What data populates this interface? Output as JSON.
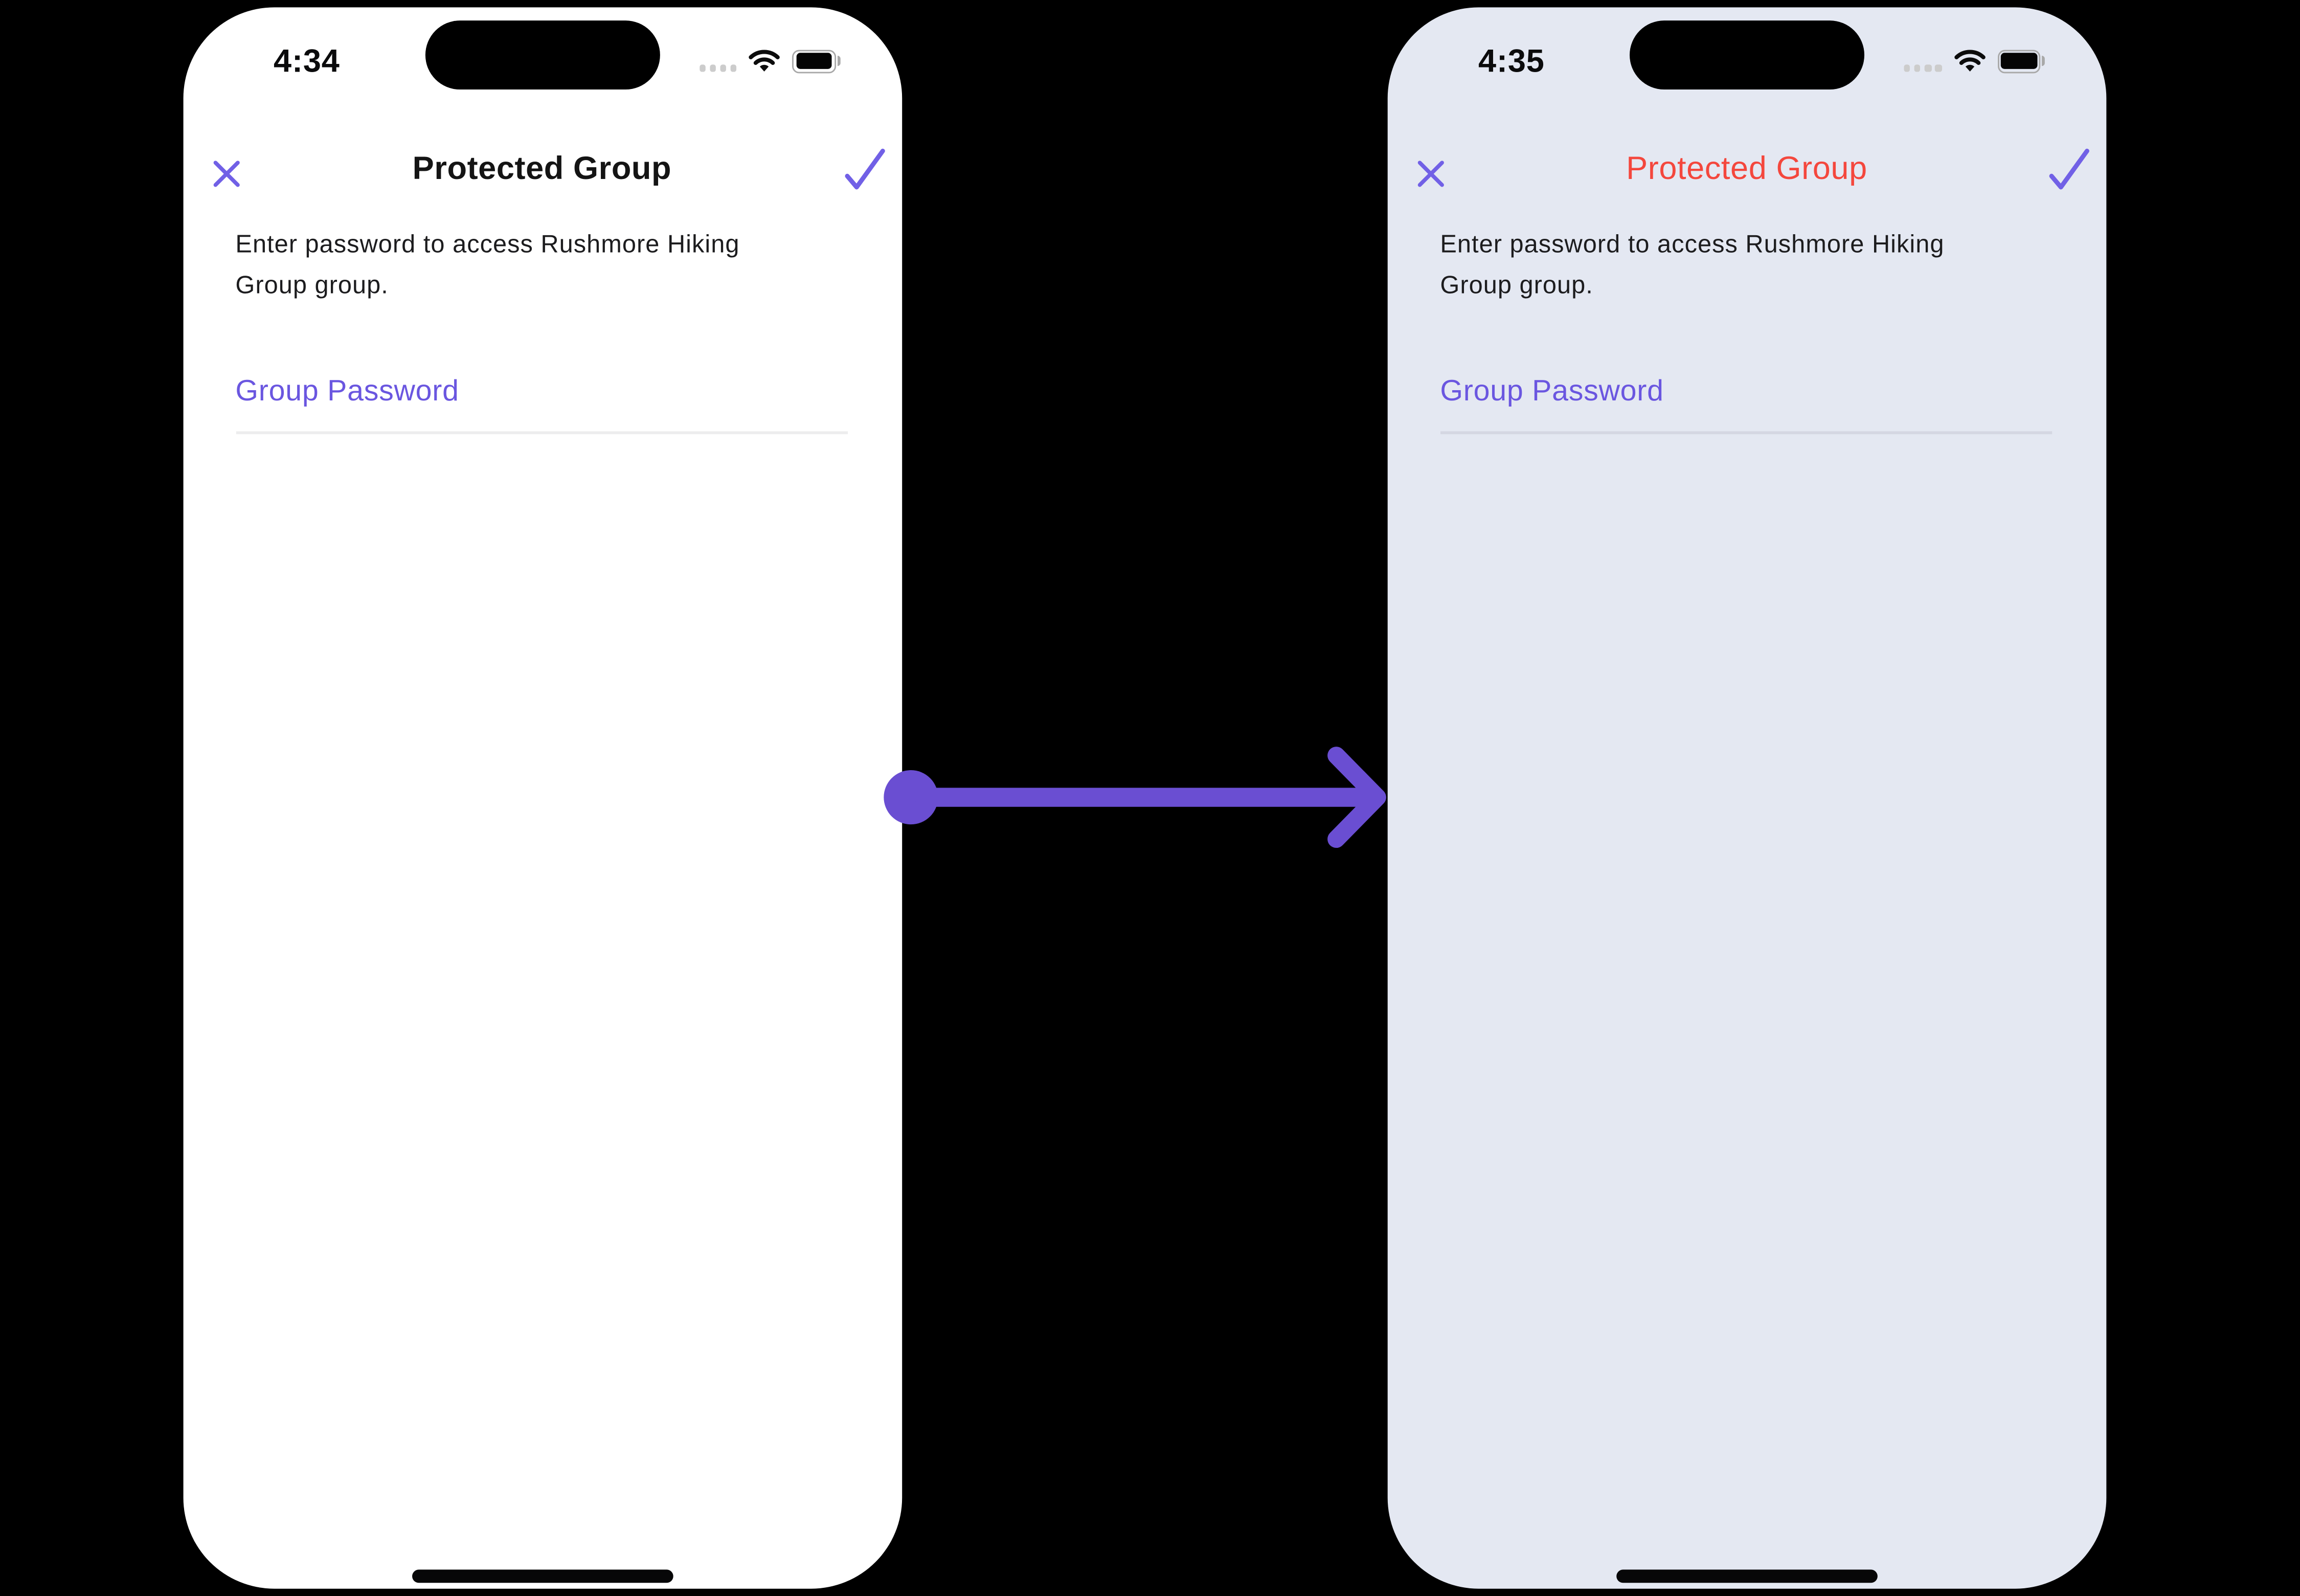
{
  "colors": {
    "canvas_bg": "#000000",
    "phone_left_bg": "#ffffff",
    "phone_right_bg": "#e4e8f2",
    "icon_purple": "#7160e6",
    "label_purple": "#6a56e0",
    "title_dark": "#141414",
    "title_red": "#f4473d",
    "body_text": "#1c1c1e",
    "arrow_purple": "#6a4ed2",
    "underline": "rgba(20,20,40,0.08)",
    "status_dots": "#cccccc",
    "battery_outline": "#a8a8a8"
  },
  "phone_left": {
    "status": {
      "time": "4:34",
      "signal_icon": "signal-dots",
      "wifi_icon": "wifi",
      "battery_icon": "battery-full"
    },
    "nav": {
      "close_icon": "close-x",
      "title": "Protected Group",
      "confirm_icon": "checkmark"
    },
    "body": {
      "line1": "Enter password to access Rushmore Hiking",
      "line2": "Group group."
    },
    "form": {
      "password_label": "Group Password",
      "password_value": ""
    }
  },
  "phone_right": {
    "status": {
      "time": "4:35",
      "signal_icon": "signal-dots",
      "wifi_icon": "wifi",
      "battery_icon": "battery-full"
    },
    "nav": {
      "close_icon": "close-x",
      "title": "Protected Group",
      "confirm_icon": "checkmark"
    },
    "body": {
      "line1": "Enter password to access Rushmore Hiking",
      "line2": "Group group."
    },
    "form": {
      "password_label": "Group Password",
      "password_value": ""
    }
  },
  "annotation": {
    "arrow_icon": "transition-arrow-right"
  }
}
